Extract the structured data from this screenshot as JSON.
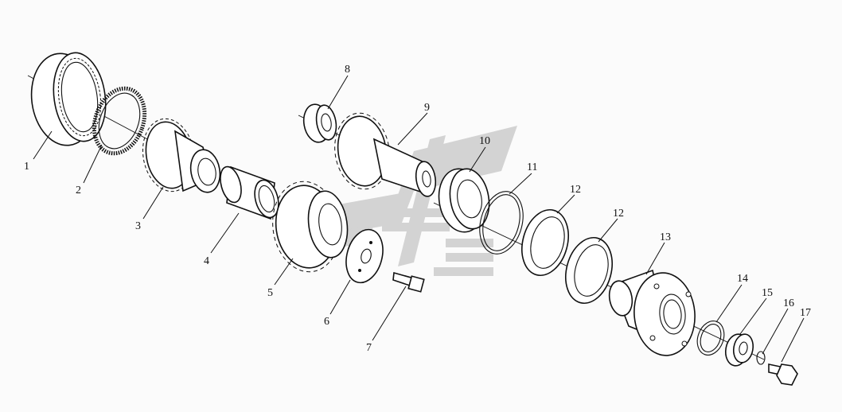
{
  "callouts": [
    {
      "id": "1",
      "label": "1"
    },
    {
      "id": "2",
      "label": "2"
    },
    {
      "id": "3",
      "label": "3"
    },
    {
      "id": "4",
      "label": "4"
    },
    {
      "id": "5",
      "label": "5"
    },
    {
      "id": "6",
      "label": "6"
    },
    {
      "id": "7",
      "label": "7"
    },
    {
      "id": "8",
      "label": "8"
    },
    {
      "id": "9",
      "label": "9"
    },
    {
      "id": "10",
      "label": "10"
    },
    {
      "id": "11",
      "label": "11"
    },
    {
      "id": "12a",
      "label": "12"
    },
    {
      "id": "12b",
      "label": "12"
    },
    {
      "id": "13",
      "label": "13"
    },
    {
      "id": "14",
      "label": "14"
    },
    {
      "id": "15",
      "label": "15"
    },
    {
      "id": "16",
      "label": "16"
    },
    {
      "id": "17",
      "label": "17"
    }
  ],
  "colors": {
    "ink": "#111111",
    "paper": "#fbfbfb",
    "watermark": "#9a9a9a"
  }
}
